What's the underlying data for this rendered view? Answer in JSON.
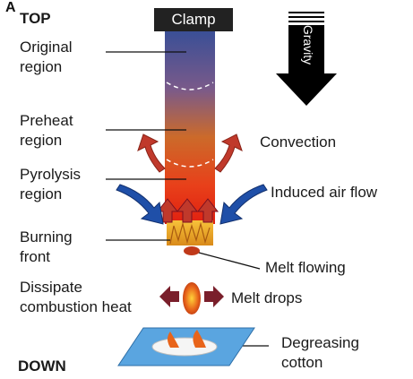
{
  "panel_label": "A",
  "labels": {
    "top": "TOP",
    "down": "DOWN",
    "clamp": "Clamp",
    "gravity": "Gravity",
    "original_region": [
      "Original",
      "region"
    ],
    "preheat_region": [
      "Preheat",
      "region"
    ],
    "pyrolysis_region": [
      "Pyrolysis",
      "region"
    ],
    "burning_front": [
      "Burning",
      "front"
    ],
    "dissipate_heat": [
      "Dissipate",
      "combustion heat"
    ],
    "convection": "Convection",
    "induced_air_flow": "Induced air flow",
    "melt_flowing": "Melt flowing",
    "melt_drops": "Melt drops",
    "degreasing_cotton": [
      "Degreasing",
      "cotton"
    ]
  },
  "colors": {
    "rod_top": "#3a4f96",
    "rod_middle": "#cc6a2a",
    "rod_bottom": "#e02010",
    "clamp": "#222222",
    "convection_arrow": "#c0392b",
    "air_flow_arrow": "#1f4fa8",
    "heat_arrow": "#7a1f2b",
    "cotton_plate": "#5aa5e0"
  }
}
